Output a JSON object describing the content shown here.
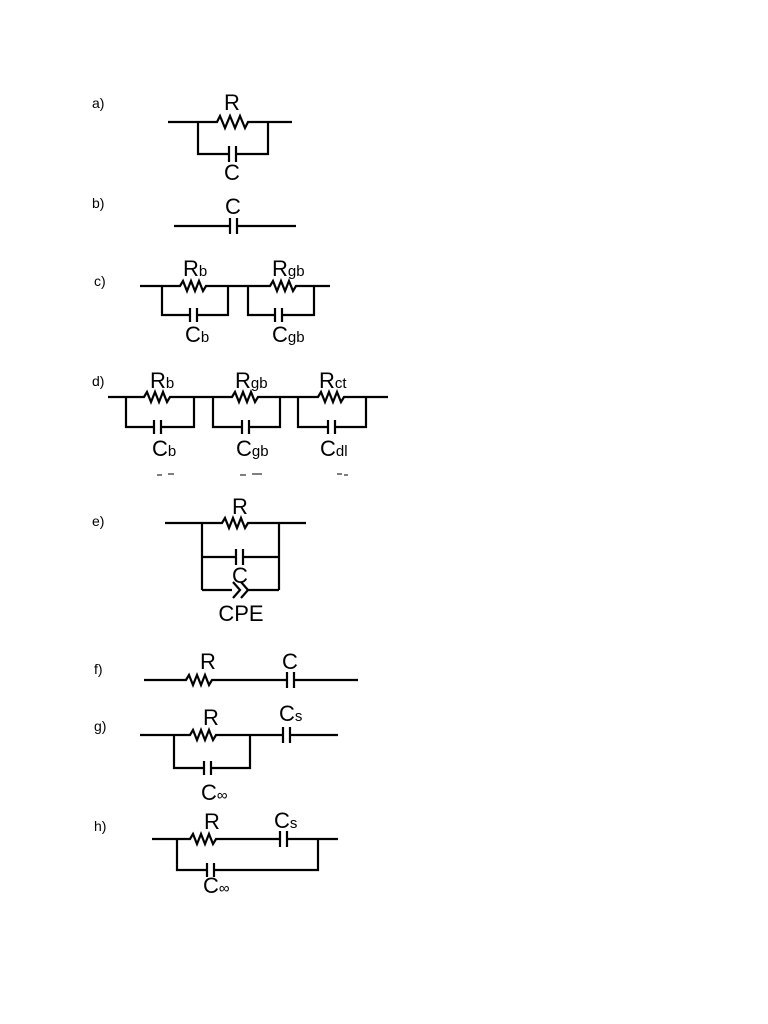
{
  "figure": {
    "panels": [
      {
        "tag": "a)",
        "labels": {
          "r": "R",
          "c": "C"
        }
      },
      {
        "tag": "b)",
        "labels": {
          "c": "C"
        }
      },
      {
        "tag": "c)",
        "labels": {
          "r1": "R",
          "r1_sub": "b",
          "r2": "R",
          "r2_sub": "gb",
          "c1": "C",
          "c1_sub": "b",
          "c2": "C",
          "c2_sub": "gb"
        }
      },
      {
        "tag": "d)",
        "labels": {
          "r1": "R",
          "r1_sub": "b",
          "r2": "R",
          "r2_sub": "gb",
          "r3": "R",
          "r3_sub": "ct",
          "c1": "C",
          "c1_sub": "b",
          "c2": "C",
          "c2_sub": "gb",
          "c3": "C",
          "c3_sub": "dl"
        }
      },
      {
        "tag": "e)",
        "labels": {
          "r": "R",
          "c": "C",
          "cpe": "CPE"
        }
      },
      {
        "tag": "f)",
        "labels": {
          "r": "R",
          "c": "C"
        }
      },
      {
        "tag": "g)",
        "labels": {
          "r": "R",
          "cs": "C",
          "cs_sub": "s",
          "cinf": "C",
          "cinf_sub": "∞"
        }
      },
      {
        "tag": "h)",
        "labels": {
          "r": "R",
          "cs": "C",
          "cs_sub": "s",
          "cinf": "C",
          "cinf_sub": "∞"
        }
      }
    ]
  }
}
